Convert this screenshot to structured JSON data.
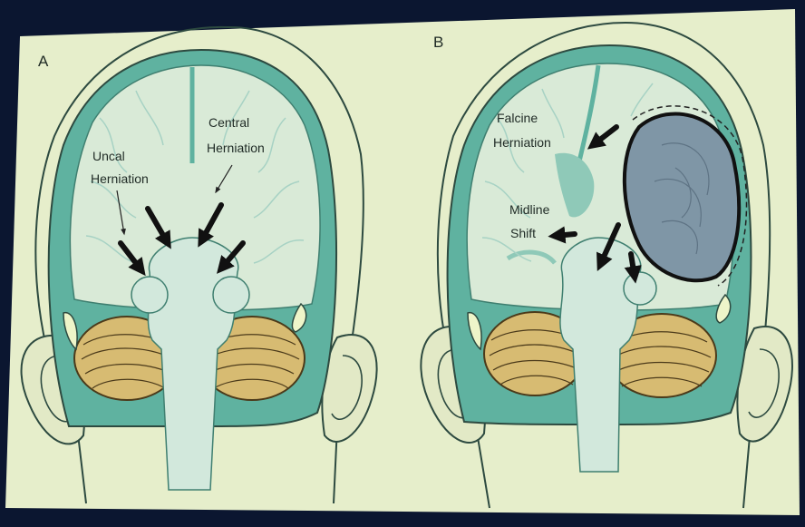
{
  "panels": [
    {
      "letter": "A",
      "labels": [
        [
          "Uncal",
          "Herniation"
        ],
        [
          "Central",
          "Herniation"
        ]
      ]
    },
    {
      "letter": "B",
      "labels": [
        [
          "Falcine",
          "Herniation"
        ],
        [
          "Midline",
          "Shift"
        ]
      ]
    }
  ],
  "colors": {
    "screen_background": "#0b1630",
    "slide_background": "#e6eecb",
    "meninges_teal": "#5fb2a0",
    "brain_tissue": "#d9ead7",
    "cerebellum_yellow": "#d7bb72",
    "hematoma_gray": "#7f96a6",
    "arrow_black": "#111111"
  },
  "icons": [
    "arrow-icon",
    "ear-icon",
    "hematoma-icon"
  ]
}
